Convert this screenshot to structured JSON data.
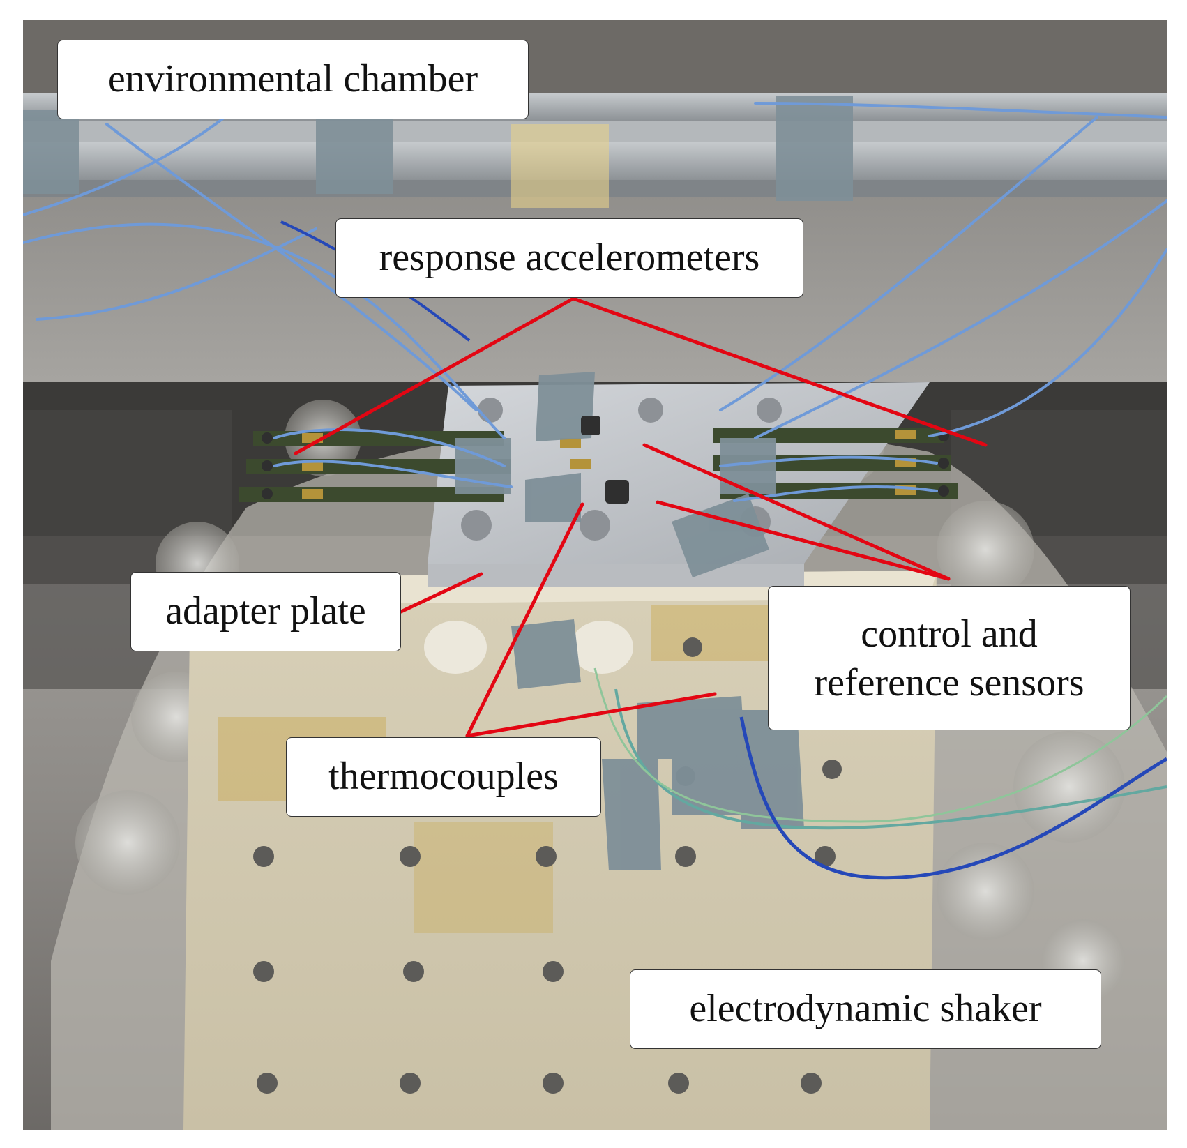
{
  "figure": {
    "labels": {
      "environmental_chamber": "environmental chamber",
      "response_accelerometers": "response accelerometers",
      "adapter_plate": "adapter plate",
      "control_reference": "control and\nreference sensors",
      "thermocouples": "thermocouples",
      "electrodynamic_shaker": "electrodynamic shaker"
    },
    "colors": {
      "leader_line": "#e30613",
      "label_border": "#333333",
      "label_fill": "#ffffff",
      "chamber_steel": "#9a9a98",
      "shaker_body": "#d9d2c0",
      "adapter_plate": "#c6c9cd",
      "tape": "#7e8f98",
      "cable_blue": "#6f9ad8"
    },
    "icons": [
      "photo-of-test-setup"
    ]
  }
}
